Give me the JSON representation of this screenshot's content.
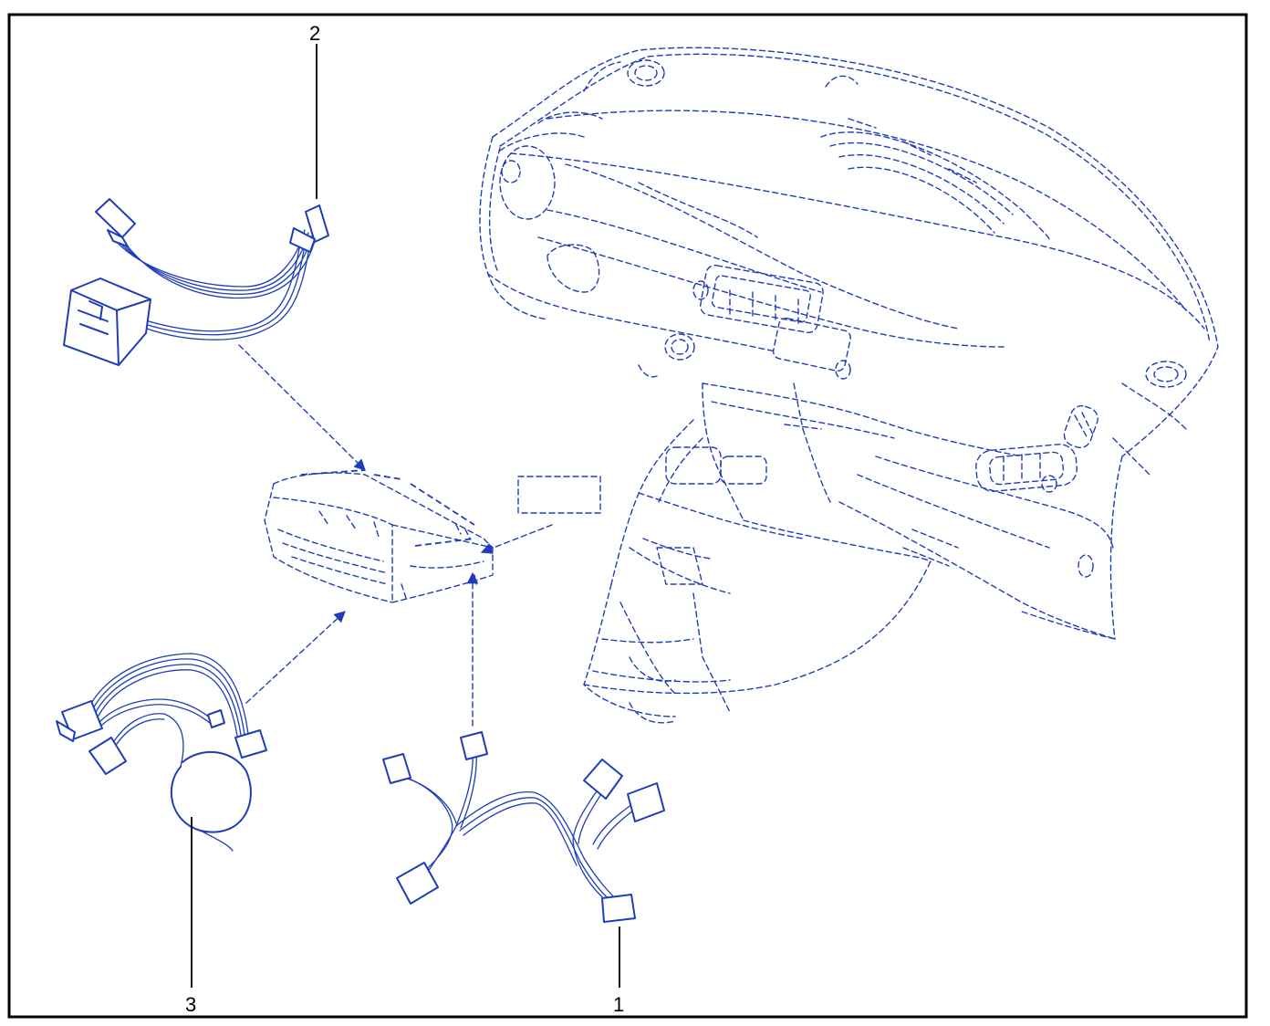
{
  "colors": {
    "ink": "#1f3db8",
    "frame": "#000000",
    "background": "#ffffff"
  },
  "callouts": {
    "part_1": "1",
    "part_2": "2",
    "part_3": "3"
  }
}
